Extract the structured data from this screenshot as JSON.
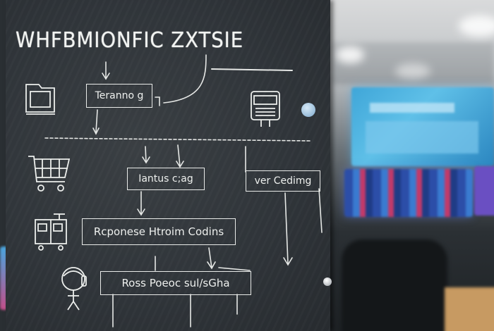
{
  "scene": {
    "title": "WHFBMIONFIC ZXTSIE",
    "boxes": {
      "b1": "Teranno  g",
      "b2": "Iantus c;ag",
      "b3": "ver Cedimg",
      "b4": "Rcponese Htroim Codins",
      "b5": "Ross Poeoc  sul/sGha"
    },
    "icons": [
      "folder-icon",
      "printer-icon",
      "shopping-cart-icon",
      "filing-cabinet-icon",
      "person-icon"
    ],
    "colors": {
      "board": "#30353a",
      "chalk": "#eef0ee",
      "monitor_blue": "#3fa6d8",
      "pin": "#9fc6e6"
    }
  }
}
